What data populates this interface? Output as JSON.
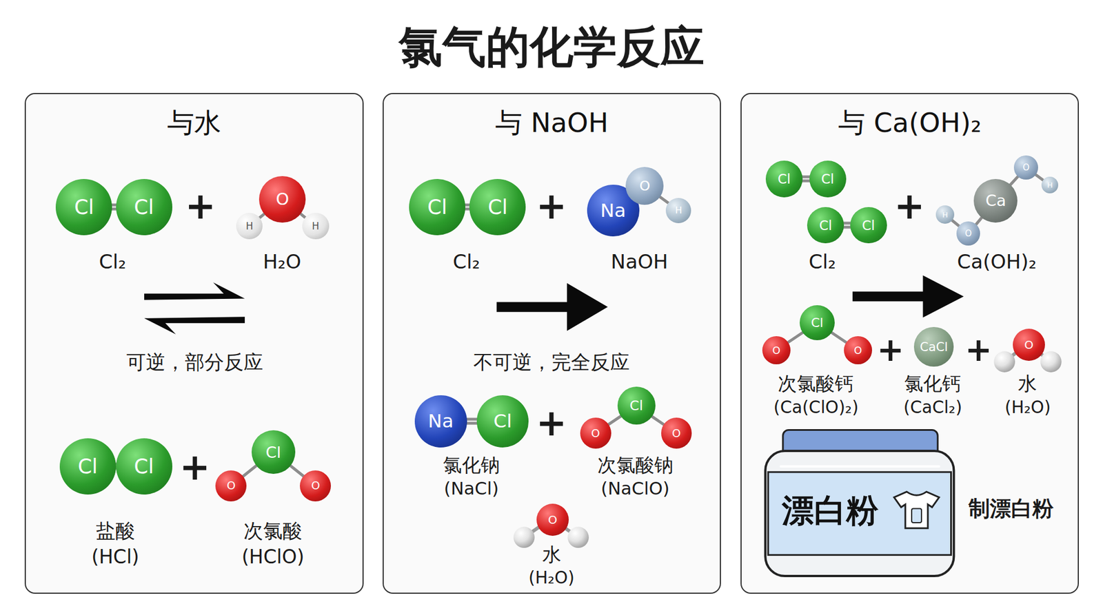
{
  "diagram": {
    "title": "氯气的化学反应",
    "nodes": [
      {
        "text": [
          "与水"
        ]
      },
      {
        "text": [
          "与 NaOH"
        ]
      },
      {
        "text": [
          "与 Ca(OH)₂"
        ]
      },
      {
        "text": [
          "Cl"
        ],
        "in": 0
      },
      {
        "text": [
          "Cl"
        ],
        "in": 0
      },
      {
        "text": [
          "O"
        ],
        "in": 0
      },
      {
        "text": [
          "H"
        ],
        "in": 0
      },
      {
        "text": [
          "H"
        ],
        "in": 0
      },
      {
        "text": [
          "Cl"
        ],
        "in": 0
      },
      {
        "text": [
          "Cl"
        ],
        "in": 0
      },
      {
        "text": [
          "Cl"
        ],
        "in": 0
      },
      {
        "text": [
          "O"
        ],
        "in": 0
      },
      {
        "text": [
          "O"
        ],
        "in": 0
      },
      {
        "text": [
          "Cl"
        ],
        "in": 1
      },
      {
        "text": [
          "Cl"
        ],
        "in": 1
      },
      {
        "text": [
          "Na"
        ],
        "in": 1
      },
      {
        "text": [
          "O"
        ],
        "in": 1
      },
      {
        "text": [
          "H"
        ],
        "in": 1
      },
      {
        "text": [
          "Na"
        ],
        "in": 1
      },
      {
        "text": [
          "Cl"
        ],
        "in": 1
      },
      {
        "text": [
          "Cl"
        ],
        "in": 1
      },
      {
        "text": [
          "O"
        ],
        "in": 1
      },
      {
        "text": [
          "O"
        ],
        "in": 1
      },
      {
        "text": [
          "O"
        ],
        "in": 1
      },
      {
        "text": [
          "Cl"
        ],
        "in": 2
      },
      {
        "text": [
          "Cl"
        ],
        "in": 2
      },
      {
        "text": [
          "Cl"
        ],
        "in": 2
      },
      {
        "text": [
          "Cl"
        ],
        "in": 2
      },
      {
        "text": [
          "Ca"
        ],
        "in": 2
      },
      {
        "text": [
          "O"
        ],
        "in": 2
      },
      {
        "text": [
          "H"
        ],
        "in": 2
      },
      {
        "text": [
          "H"
        ],
        "in": 2
      },
      {
        "text": [
          "O"
        ],
        "in": 2
      },
      {
        "text": [
          "Cl"
        ],
        "in": 2
      },
      {
        "text": [
          "O"
        ],
        "in": 2
      },
      {
        "text": [
          "O"
        ],
        "in": 2
      },
      {
        "text": [
          "CaCl"
        ],
        "in": 2
      },
      {
        "text": [
          "O"
        ],
        "in": 2
      },
      {
        "text": [
          "漂白粉"
        ],
        "in": 2
      }
    ],
    "edges": [
      {
        "from": 3,
        "to": 4,
        "arrow": "none"
      },
      {
        "from": 5,
        "to": 6,
        "arrow": "none"
      },
      {
        "from": 5,
        "to": 7,
        "arrow": "none"
      },
      {
        "from": 8,
        "to": 9,
        "arrow": "none"
      },
      {
        "from": 10,
        "to": 11,
        "arrow": "none"
      },
      {
        "from": 10,
        "to": 12,
        "arrow": "none"
      },
      {
        "from": 13,
        "to": 14,
        "arrow": "none"
      },
      {
        "from": 15,
        "to": 16,
        "arrow": "none"
      },
      {
        "from": 16,
        "to": 17,
        "arrow": "none"
      },
      {
        "from": 18,
        "to": 19,
        "arrow": "none"
      },
      {
        "from": 20,
        "to": 21,
        "arrow": "none"
      },
      {
        "from": 20,
        "to": 22,
        "arrow": "none"
      },
      {
        "from": 24,
        "to": 25,
        "arrow": "none"
      },
      {
        "from": 26,
        "to": 27,
        "arrow": "none"
      },
      {
        "from": 28,
        "to": 29,
        "arrow": "none"
      },
      {
        "from": 29,
        "to": 30,
        "arrow": "none"
      },
      {
        "from": 28,
        "to": 32,
        "arrow": "none"
      },
      {
        "from": 32,
        "to": 31,
        "arrow": "none"
      },
      {
        "from": 33,
        "to": 34,
        "arrow": "none"
      },
      {
        "from": 33,
        "to": 35,
        "arrow": "none"
      }
    ],
    "labels": [
      "Cl₂",
      "+",
      "H₂O",
      "可逆，部分反应",
      "+",
      "盐酸",
      "(HCl)",
      "次氯酸",
      "(HClO)",
      "Cl₂",
      "+",
      "NaOH",
      "不可逆，完全反应",
      "+",
      "氯化钠",
      "(NaCl)",
      "次氯酸钠",
      "(NaClO)",
      "水",
      "(H₂O)",
      "Cl₂",
      "+",
      "Ca(OH)₂",
      "+",
      "+",
      "次氯酸钙",
      "(Ca(ClO)₂)",
      "氯化钙",
      "(CaCl₂)",
      "水",
      "(H₂O)",
      "制漂白粉"
    ]
  }
}
